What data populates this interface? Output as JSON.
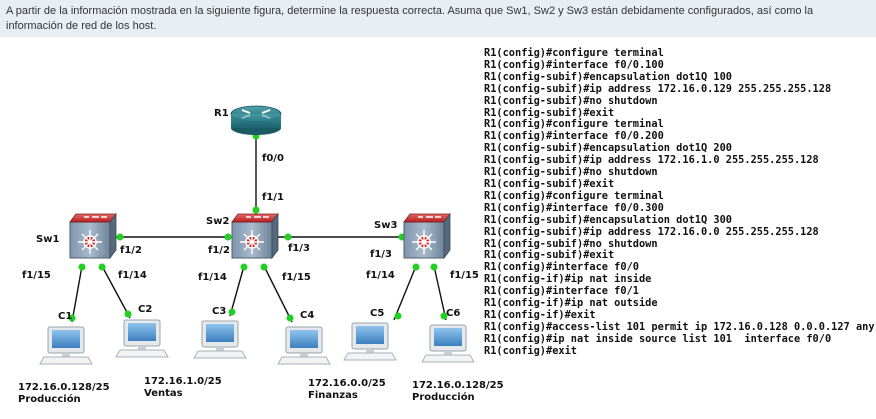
{
  "question": "A partir de la información mostrada en la siguiente figura, determine la respuesta correcta. Asuma que Sw1, Sw2 y Sw3 están debidamente configurados, así como la información de red de los host.",
  "devices": {
    "router": "R1",
    "switches": [
      "Sw1",
      "Sw2",
      "Sw3"
    ],
    "pcs": [
      "C1",
      "C2",
      "C3",
      "C4",
      "C5",
      "C6"
    ]
  },
  "interfaces": {
    "r1": "f0/0",
    "sw2_up": "f1/1",
    "sw1_sw2": "f1/2",
    "sw2_sw1": "f1/2",
    "sw2_sw3": "f1/3",
    "sw3_sw2": "f1/3",
    "sw1_c1": "f1/15",
    "sw1_c2": "f1/14",
    "sw2_c3": "f1/14",
    "sw2_c4": "f1/15",
    "sw3_c5": "f1/14",
    "sw3_c6": "f1/15"
  },
  "networks": [
    {
      "net": "172.16.0.128/25",
      "name": "Producción"
    },
    {
      "net": "172.16.1.0/25",
      "name": "Ventas"
    },
    {
      "net": "172.16.0.0/25",
      "name": "Finanzas"
    },
    {
      "net": "172.16.0.128/25",
      "name": "Producción"
    }
  ],
  "config_lines": [
    "R1(config)#configure terminal",
    "R1(config)#interface f0/0.100",
    "R1(config-subif)#encapsulation dot1Q 100",
    "R1(config-subif)#ip address 172.16.0.129 255.255.255.128",
    "R1(config-subif)#no shutdown",
    "R1(config-subif)#exit",
    "R1(config)#configure terminal",
    "R1(config)#interface f0/0.200",
    "R1(config-subif)#encapsulation dot1Q 200",
    "R1(config-subif)#ip address 172.16.1.0 255.255.255.128",
    "R1(config-subif)#no shutdown",
    "R1(config-subif)#exit",
    "R1(config)#configure terminal",
    "R1(config)#interface f0/0.300",
    "R1(config-subif)#encapsulation dot1Q 300",
    "R1(config-subif)#ip address 172.16.0.0 255.255.255.128",
    "R1(config-subif)#no shutdown",
    "R1(config-subif)#exit",
    "R1(config)#interface f0/0",
    "R1(config-if)#ip nat inside",
    "R1(config)#interface f0/1",
    "R1(config-if)#ip nat outside",
    "R1(config-if)#exit",
    "R1(config)#access-list 101 permit ip 172.16.0.128 0.0.0.127 any",
    "R1(config)#ip nat inside source list 101  interface f0/0",
    "R1(config)#exit"
  ]
}
